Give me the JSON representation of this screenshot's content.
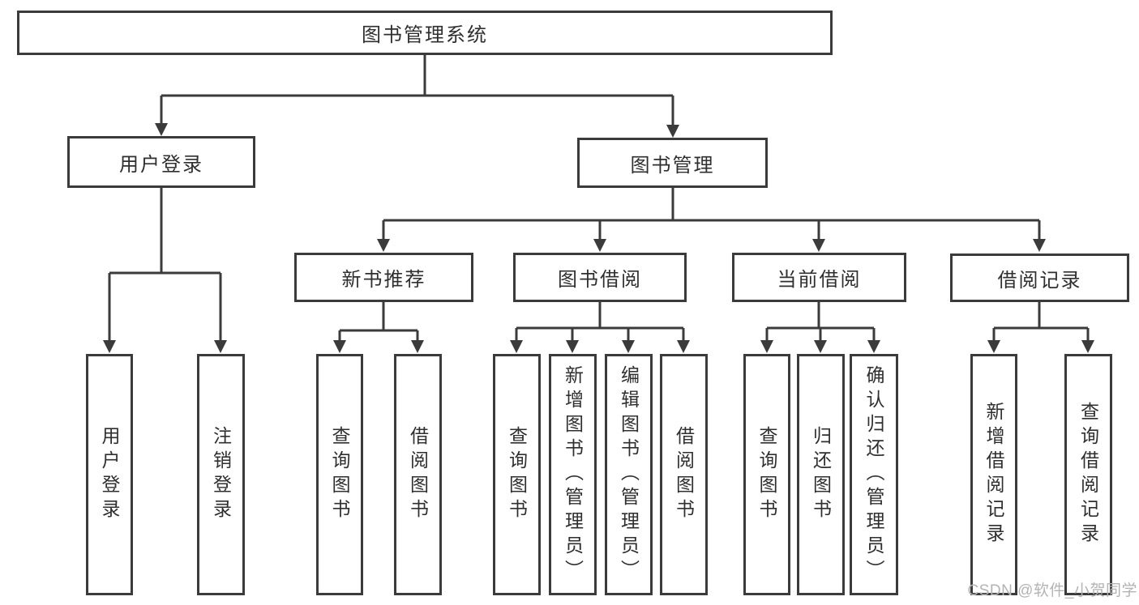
{
  "diagram": {
    "root_label": "图书管理系统",
    "user_login": {
      "label": "用户登录",
      "children": [
        "用户登录",
        "注销登录"
      ]
    },
    "book_management": {
      "label": "图书管理",
      "sections": [
        {
          "label": "新书推荐",
          "children": [
            "查询图书",
            "借阅图书"
          ]
        },
        {
          "label": "图书借阅",
          "children": [
            "查询图书",
            "新增图书（管理员）",
            "编辑图书（管理员）",
            "借阅图书"
          ]
        },
        {
          "label": "当前借阅",
          "children": [
            "查询图书",
            "归还图书",
            "确认归还（管理员）"
          ]
        },
        {
          "label": "借阅记录",
          "children": [
            "新增借阅记录",
            "查询借阅记录"
          ]
        }
      ]
    },
    "watermark": "CSDN @软件_小贺同学"
  },
  "colors": {
    "line": "#3b3b3b",
    "text": "#2f2f2f",
    "watermark": "#b3b3b3",
    "background": "#ffffff"
  }
}
